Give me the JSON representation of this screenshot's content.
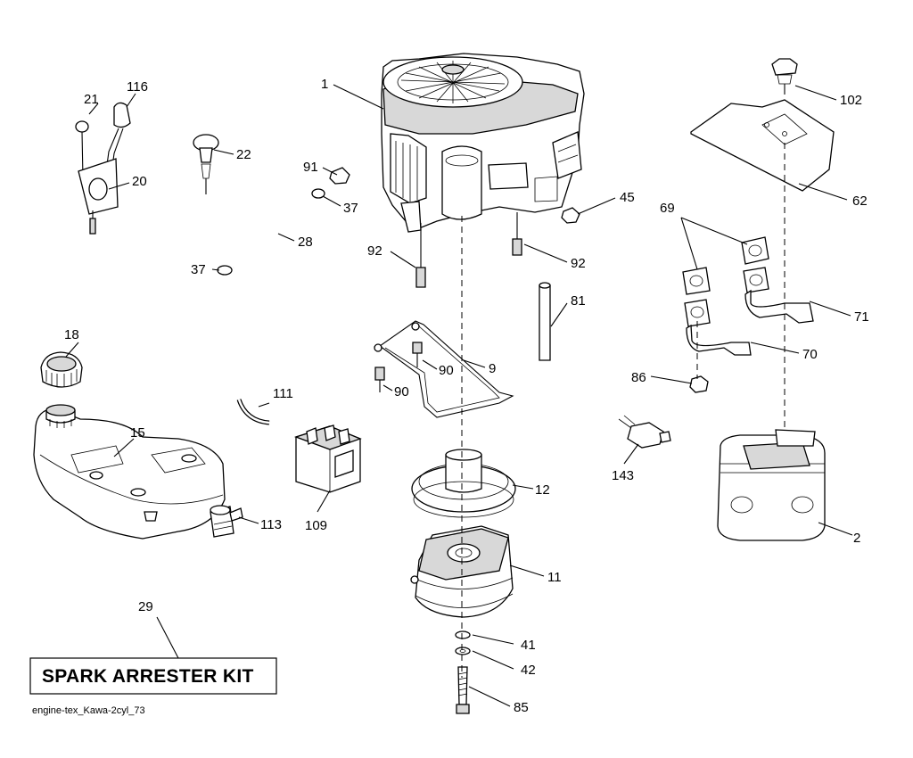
{
  "callouts": {
    "c1": "1",
    "c2": "2",
    "c9": "9",
    "c11": "11",
    "c12": "12",
    "c15": "15",
    "c18": "18",
    "c20": "20",
    "c21": "21",
    "c22": "22",
    "c28": "28",
    "c29": "29",
    "c37a": "37",
    "c37b": "37",
    "c41": "41",
    "c42": "42",
    "c45": "45",
    "c62": "62",
    "c69": "69",
    "c70": "70",
    "c71": "71",
    "c81": "81",
    "c85": "85",
    "c86": "86",
    "c90a": "90",
    "c90b": "90",
    "c91": "91",
    "c92a": "92",
    "c92b": "92",
    "c102": "102",
    "c109": "109",
    "c111": "111",
    "c113": "113",
    "c116": "116",
    "c143": "143"
  },
  "kit_label": "SPARK ARRESTER KIT",
  "footer": "engine-tex_Kawa-2cyl_73"
}
